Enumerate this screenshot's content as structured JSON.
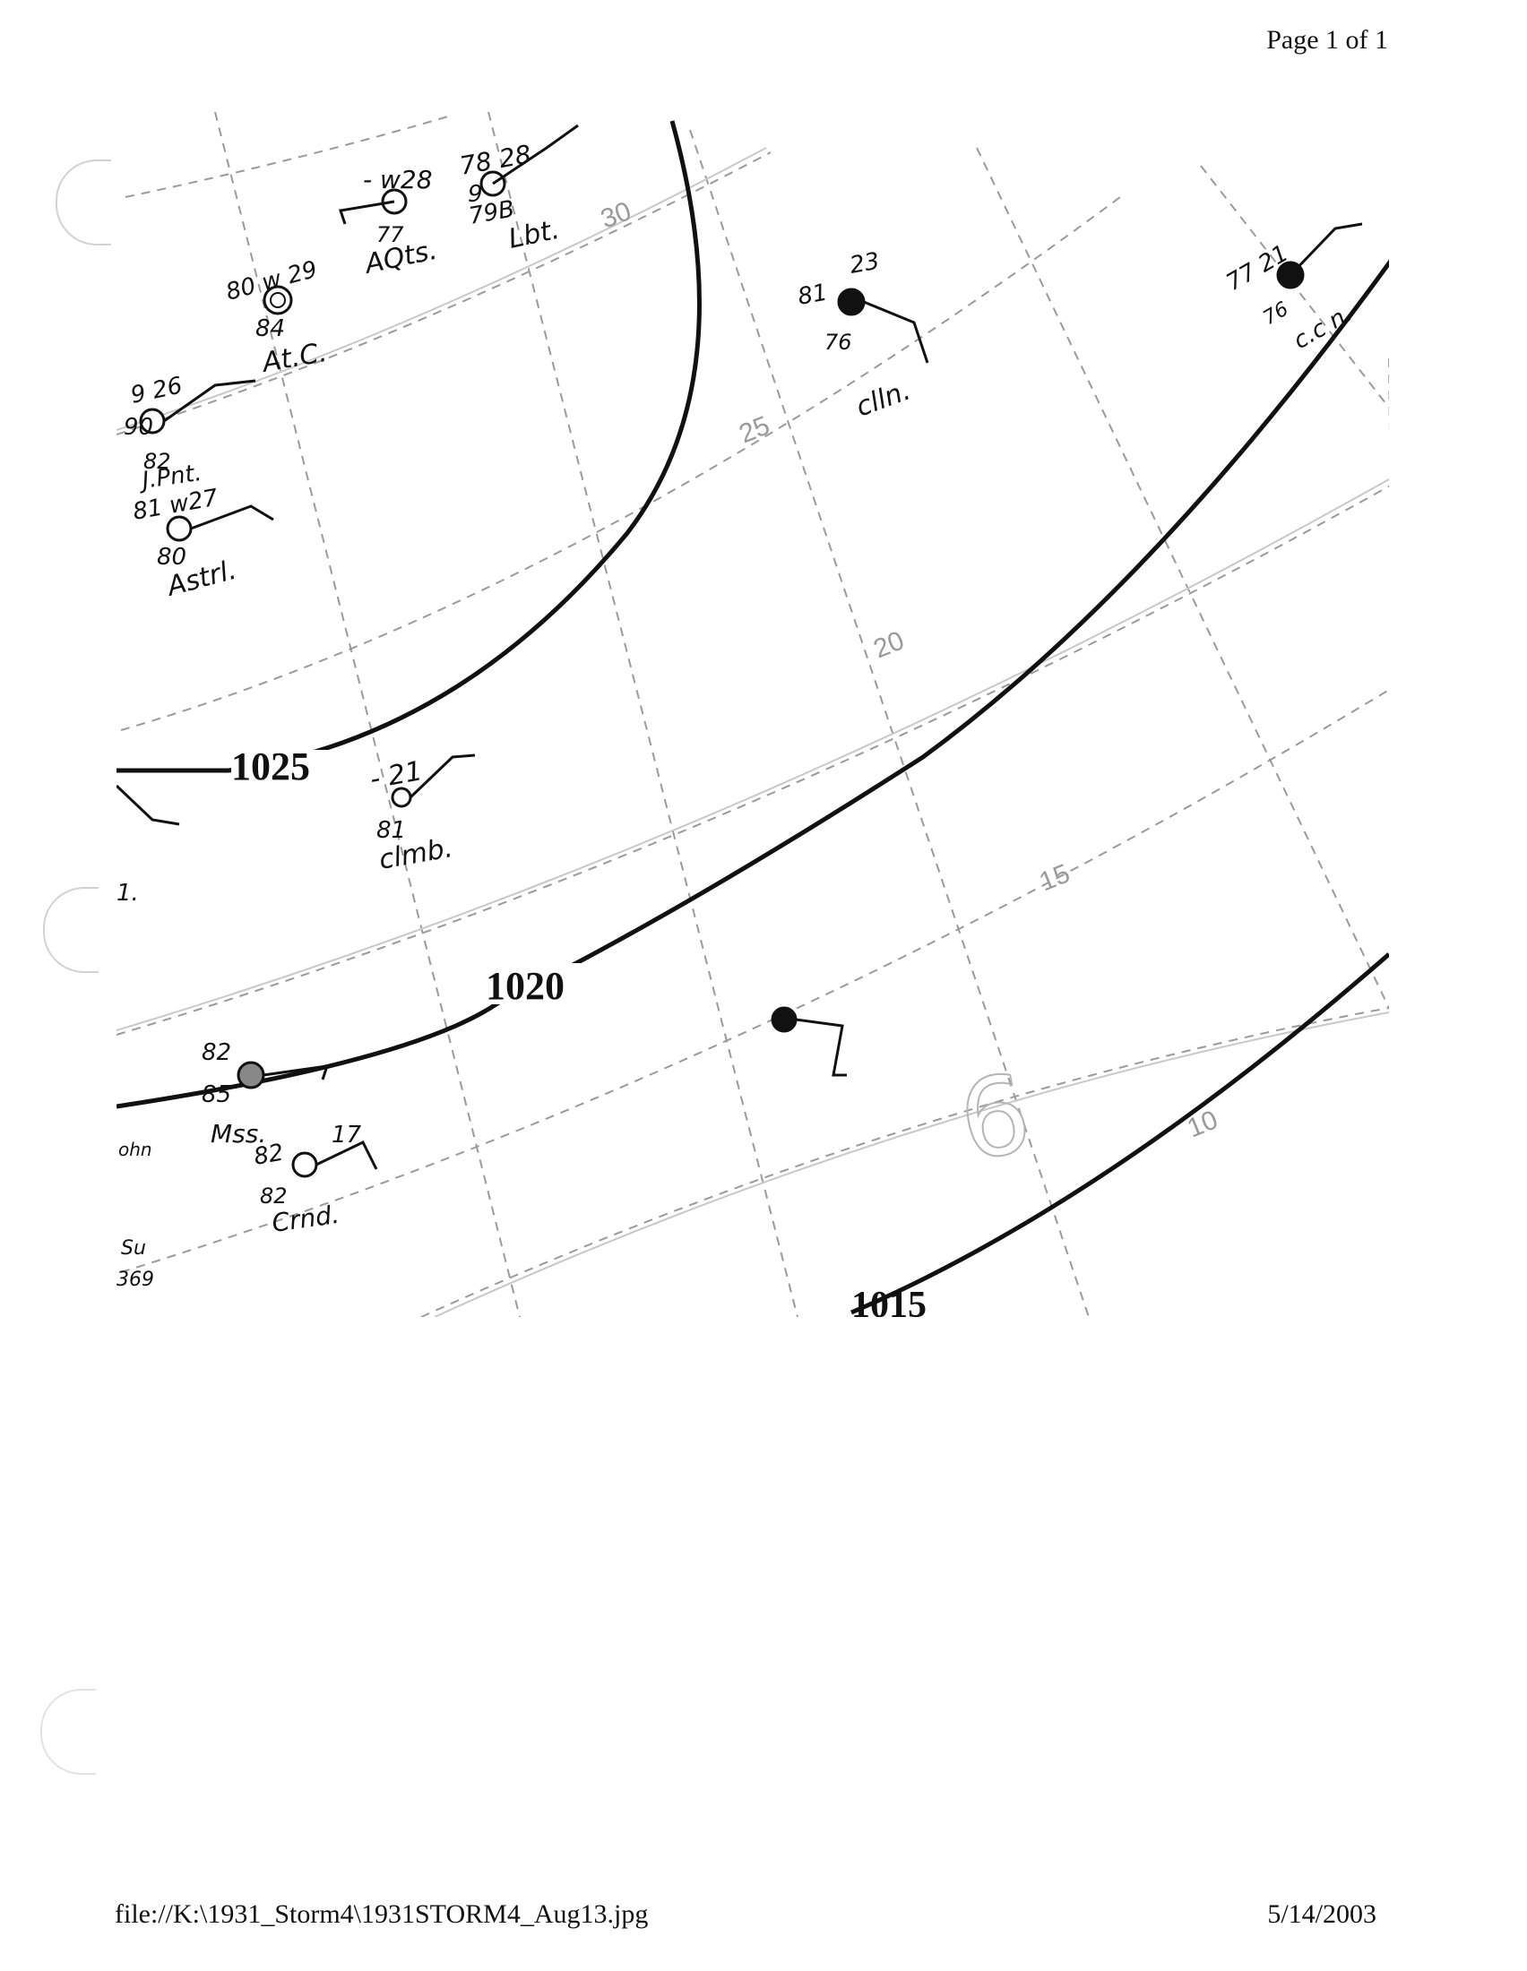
{
  "header": {
    "page_label": "Page 1 of 1"
  },
  "footer": {
    "file_path": "file://K:\\1931_Storm4\\1931STORM4_Aug13.jpg",
    "date": "5/14/2003"
  },
  "map": {
    "isobars": [
      {
        "label": "1025"
      },
      {
        "label": "1020"
      },
      {
        "label": "1015"
      }
    ],
    "latitude_labels": [
      "30",
      "25",
      "20",
      "15",
      "10"
    ],
    "margin_mark": "6",
    "stations": [
      {
        "name": "AQts.",
        "values": [
          "- w28",
          "77"
        ]
      },
      {
        "name": "Lbt.",
        "values": [
          "78 28",
          "9",
          "79B"
        ]
      },
      {
        "name": "At.C.",
        "values": [
          "80 w 29",
          "84"
        ]
      },
      {
        "name": "J.Pnt.",
        "values": [
          "9 26",
          "90",
          "82"
        ]
      },
      {
        "name": "Astrl.",
        "values": [
          "81 w27",
          "80"
        ]
      },
      {
        "name": "clln.",
        "values": [
          "81",
          "23",
          "76"
        ]
      },
      {
        "name": "c.c n.",
        "values": [
          "77 21",
          "76"
        ]
      },
      {
        "name": "clmb.",
        "values": [
          "- 21",
          "81"
        ]
      },
      {
        "name": "Mss.",
        "values": [
          "82",
          "85"
        ]
      },
      {
        "name": "Crnd.",
        "values": [
          "82",
          "17",
          "82"
        ]
      }
    ],
    "edge_fragments": [
      "ohn",
      "Su",
      "369",
      "1."
    ]
  },
  "colors": {
    "ink": "#111111",
    "grid": "#9a9a9a",
    "paper": "#ffffff"
  }
}
